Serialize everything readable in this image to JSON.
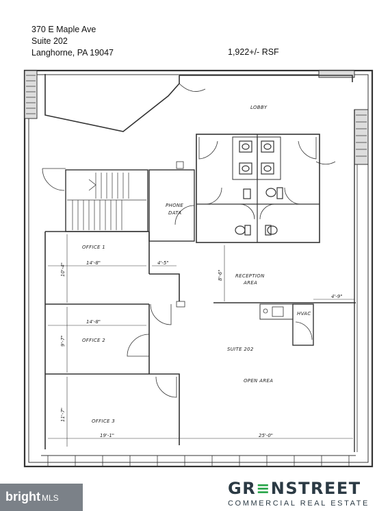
{
  "header": {
    "address_line1": "370 E Maple Ave",
    "address_line2": "Suite 202",
    "address_line3": "Langhorne, PA 19047",
    "area": "1,922+/- RSF"
  },
  "floorplan": {
    "rooms": {
      "lobby": "LOBBY",
      "phone": "PHONE",
      "data": "DATA",
      "office1": "OFFICE 1",
      "office2": "OFFICE 2",
      "office3": "OFFICE 3",
      "reception1": "RECEPTION",
      "reception2": "AREA",
      "hvac": "HVAC",
      "suite": "SUITE 202",
      "open_area": "OPEN AREA"
    },
    "dimensions": {
      "office1_width": "14'-8\"",
      "office1_depth": "10'-4\"",
      "office2_width": "14'-8\"",
      "office2_depth": "9'-7\"",
      "office3_depth": "11'-7\"",
      "office3_width": "19'-1\"",
      "open_width": "25'-0\"",
      "corridor": "4'-5\"",
      "reception_depth": "8'-6\"",
      "hvac_width": "4'-9\""
    }
  },
  "branding": {
    "logo_part1": "GR",
    "logo_accent": "≡",
    "logo_part2": "NSTREET",
    "tagline": "COMMERCIAL REAL ESTATE"
  },
  "watermark": {
    "brand": "bright",
    "suffix": "MLS"
  }
}
